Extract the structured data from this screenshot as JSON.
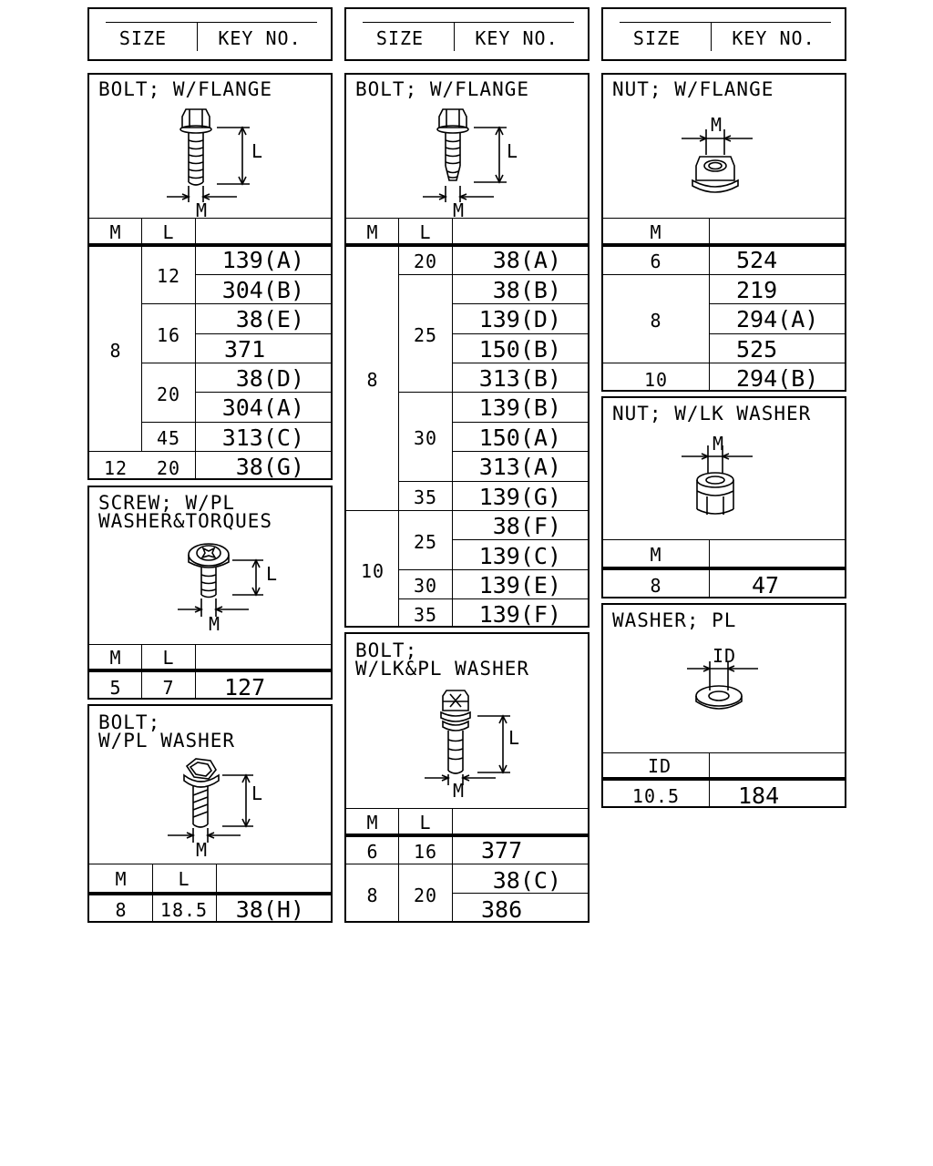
{
  "header": {
    "size_label": "SIZE",
    "key_label": "KEY NO."
  },
  "col_m": "M",
  "col_l": "L",
  "col_id": "ID",
  "bolt_flange_a": {
    "title": "BOLT; W/FLANGE",
    "dim_l": "L",
    "dim_m": "M",
    "m_values": [
      "8",
      "12"
    ],
    "l_values": [
      "12",
      "16",
      "20",
      "45",
      "20"
    ],
    "keys": [
      "139(A)",
      "304(B)",
      "38(E)",
      "371",
      "38(D)",
      "304(A)",
      "313(C)",
      "38(G)"
    ]
  },
  "screw_pl_washer": {
    "title_line1": "SCREW; W/PL",
    "title_line2": "WASHER&TORQUES",
    "dim_l": "L",
    "dim_m": "M",
    "row": {
      "m": "5",
      "l": "7",
      "key": "127"
    }
  },
  "bolt_pl_washer": {
    "title_line1": "BOLT;",
    "title_line2": "W/PL WASHER",
    "dim_l": "L",
    "dim_m": "M",
    "row": {
      "m": "8",
      "l": "18.5",
      "key": "38(H)"
    }
  },
  "bolt_flange_b": {
    "title": "BOLT; W/FLANGE",
    "dim_l": "L",
    "dim_m": "M",
    "m_values": [
      "8",
      "10"
    ],
    "l_values": [
      "20",
      "25",
      "30",
      "35",
      "25",
      "30",
      "35"
    ],
    "keys": [
      "38(A)",
      "38(B)",
      "139(D)",
      "150(B)",
      "313(B)",
      "139(B)",
      "150(A)",
      "313(A)",
      "139(G)",
      "38(F)",
      "139(C)",
      "139(E)",
      "139(F)"
    ]
  },
  "bolt_lk_pl_washer": {
    "title_line1": "BOLT;",
    "title_line2": "W/LK&PL WASHER",
    "dim_l": "L",
    "dim_m": "M",
    "m_values": [
      "6",
      "8"
    ],
    "l_values": [
      "16",
      "20"
    ],
    "keys": [
      "377",
      "38(C)",
      "386"
    ]
  },
  "nut_flange": {
    "title": "NUT; W/FLANGE",
    "dim_m": "M",
    "m_values": [
      "6",
      "8",
      "10"
    ],
    "keys": [
      "524",
      "219",
      "294(A)",
      "525",
      "294(B)"
    ]
  },
  "nut_lk_washer": {
    "title": "NUT; W/LK WASHER",
    "dim_m": "M",
    "row": {
      "m": "8",
      "key": "47"
    }
  },
  "washer_pl": {
    "title": "WASHER; PL",
    "dim_id": "ID",
    "row": {
      "id": "10.5",
      "key": "184"
    }
  }
}
